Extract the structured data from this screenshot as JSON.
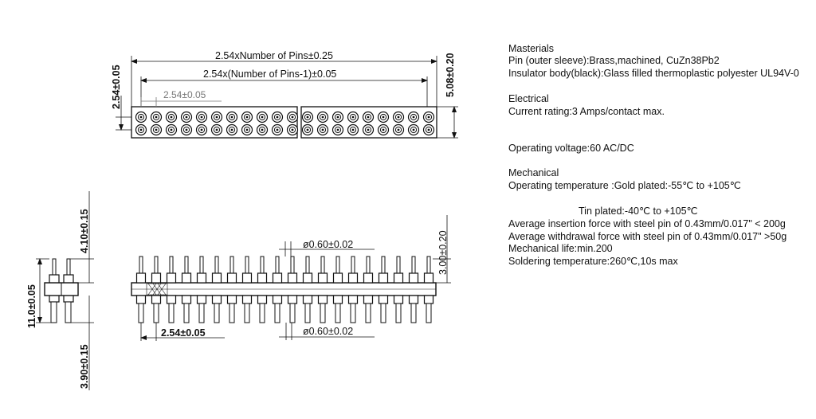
{
  "dimensions": {
    "overall_length": "2.54xNumber of Pins±0.25",
    "pitch_length": "2.54x(Number of Pins-1)±0.05",
    "single_pitch_top": "2.54±0.05",
    "row_pitch": "2.54±0.05",
    "total_width": "5.08±0.20",
    "above_body": "4.10±0.15",
    "total_height": "11.0±0.05",
    "below_body": "3.90±0.15",
    "pin_diameter_top": "ø0.60±0.02",
    "pin_diameter_bottom": "ø0.60±0.02",
    "pin_projection": "3.00±0.20",
    "pitch_bottom": "2.54±0.05"
  },
  "specs": {
    "materials_heading": "Masterials",
    "pin_material": "Pin (outer sleeve):Brass,machined, CuZn38Pb2",
    "insulator_material": "Insulator body(black):Glass filled thermoplastic polyester UL94V-0",
    "electrical_heading": "Electrical",
    "current_rating": "Current rating:3 Amps/contact max.",
    "operating_voltage": "Operating voltage:60 AC/DC",
    "mechanical_heading": "Mechanical",
    "operating_temp_gold": "Operating temperature :Gold plated:-55℃ to +105℃",
    "operating_temp_tin": "Tin plated:-40℃ to +105℃",
    "insertion_force": "Average insertion force with steel pin of   0.43mm/0.017\" < 200g",
    "withdrawal_force": "Average withdrawal force with steel pin of   0.43mm/0.017\" >50g",
    "mechanical_life": "Mechanical life:min.200",
    "soldering_temp": "Soldering temperature:260℃,10s max"
  }
}
